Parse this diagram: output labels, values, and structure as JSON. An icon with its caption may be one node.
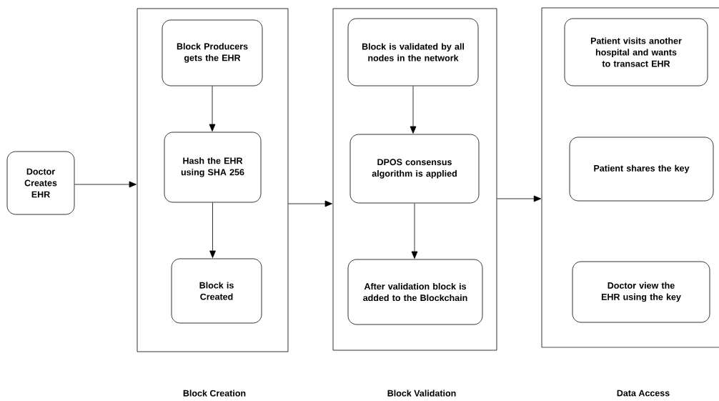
{
  "diagram": {
    "nodes": [
      {
        "text": [
          "Doctor Creates EHR"
        ]
      },
      {
        "text": [
          "Block Creation"
        ]
      },
      {
        "text": [
          "Block Producers gets the EHR"
        ],
        "in": 1
      },
      {
        "text": [
          "Hash the EHR using SHA 256"
        ],
        "in": 1
      },
      {
        "text": [
          "Block is Created"
        ],
        "in": 1
      },
      {
        "text": [
          "Block Validation"
        ]
      },
      {
        "text": [
          "Block is validated by all nodes in the network"
        ],
        "in": 5
      },
      {
        "text": [
          "DPOS consensus algorithm is applied"
        ],
        "in": 5
      },
      {
        "text": [
          "After validation block is added to the Blockchain"
        ],
        "in": 5
      },
      {
        "text": [
          "Data Access"
        ]
      },
      {
        "text": [
          "Patient visits another hospital and wants to transact EHR"
        ],
        "in": 9
      },
      {
        "text": [
          "Patient shares the key"
        ],
        "in": 9
      },
      {
        "text": [
          "Doctor view the EHR using the key"
        ],
        "in": 9
      }
    ],
    "edges": [
      {
        "from": 0,
        "to": 1,
        "arrow": "to"
      },
      {
        "from": 2,
        "to": 3,
        "arrow": "to"
      },
      {
        "from": 3,
        "to": 4,
        "arrow": "to"
      },
      {
        "from": 1,
        "to": 5,
        "arrow": "to"
      },
      {
        "from": 6,
        "to": 7,
        "arrow": "to"
      },
      {
        "from": 7,
        "to": 8,
        "arrow": "to"
      },
      {
        "from": 5,
        "to": 9,
        "arrow": "to"
      }
    ]
  }
}
